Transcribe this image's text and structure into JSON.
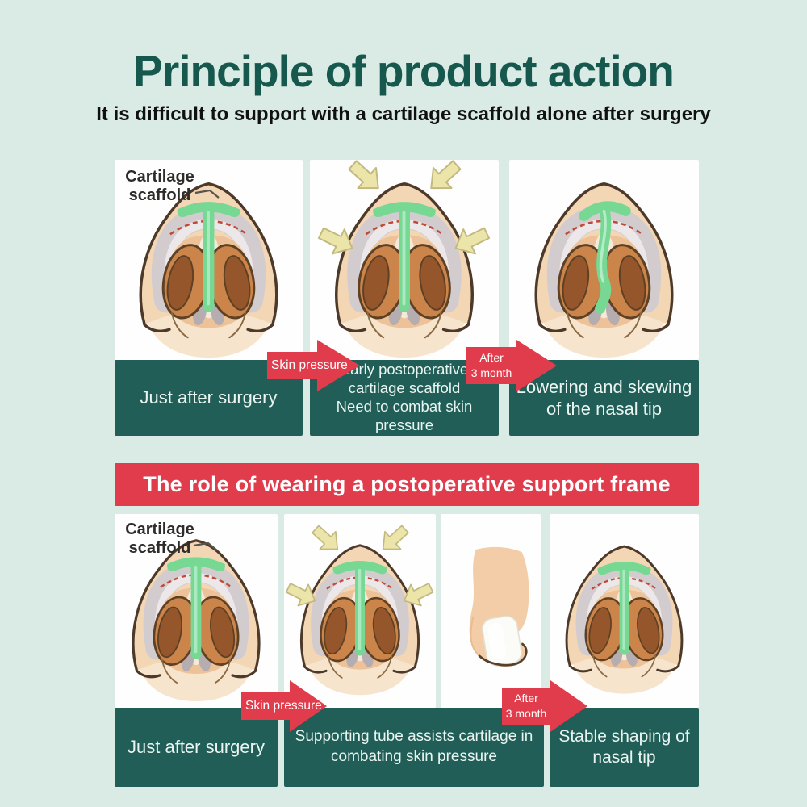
{
  "header": {
    "title": "Principle of product action",
    "subtitle": "It is difficult to support with a cartilage scaffold alone after surgery"
  },
  "colors": {
    "background": "#d9ebe4",
    "panel": "#fefefe",
    "teal": "#215e57",
    "caption-text": "#eaf5f1",
    "red": "#e13c4c",
    "title-text": "#17584e",
    "subtitle-text": "#101010",
    "green": "#76d893",
    "arrow-yellow": "#ece5a9",
    "label-text": "#2e2c2a"
  },
  "top_row": {
    "panels": [
      {
        "overlay_label": "Cartilage scaffold",
        "caption": "Just after surgery",
        "illustration": "nose-base-view-with-scaffold"
      },
      {
        "caption_lines": [
          "Early postoperative cartilage scaffold",
          "Need to combat skin pressure"
        ],
        "illustration": "nose-under-skin-pressure"
      },
      {
        "caption": "Lowering and skewing of the nasal tip",
        "illustration": "nose-with-skewed-scaffold"
      }
    ],
    "arrows": [
      {
        "label": "Skin pressure"
      },
      {
        "label_lines": [
          "After",
          "3 month"
        ]
      }
    ]
  },
  "banner": {
    "text": "The role of wearing a postoperative support frame"
  },
  "bottom_row": {
    "panels": [
      {
        "overlay_label": "Cartilage scaffold",
        "caption": "Just after surgery",
        "illustration": "nose-base-view-with-scaffold"
      },
      {
        "caption": "Supporting tube assists cartilage in combating skin pressure",
        "illustrations": [
          "nose-under-skin-pressure",
          "support-tube-side-view"
        ]
      },
      {
        "caption": "Stable shaping of nasal tip",
        "illustration": "nose-with-stable-scaffold"
      }
    ],
    "arrows": [
      {
        "label": "Skin pressure"
      },
      {
        "label_lines": [
          "After",
          "3 month"
        ]
      }
    ]
  }
}
